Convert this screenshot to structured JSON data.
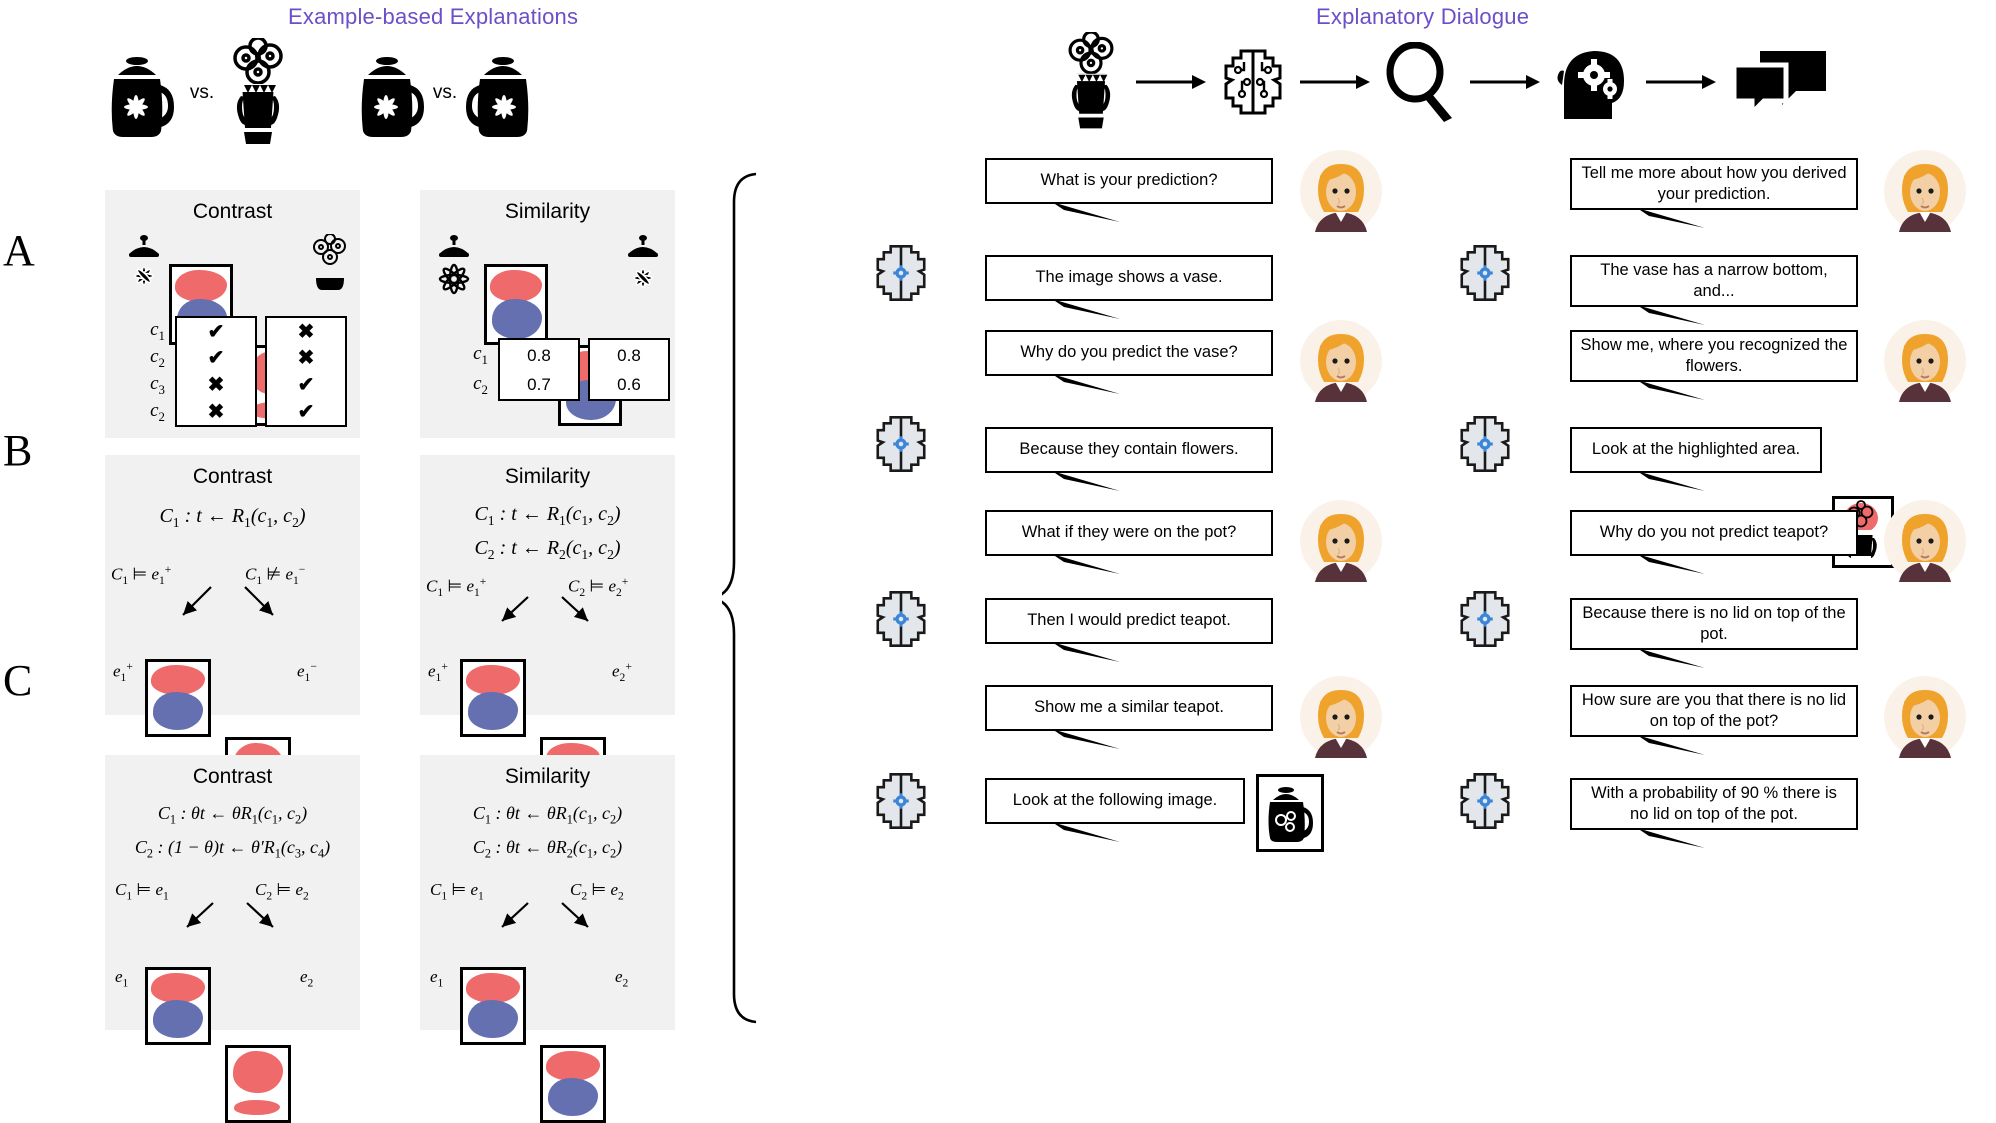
{
  "titles": {
    "left": "Example-based Explanations",
    "right": "Explanatory Dialogue",
    "color": "#6A4FC8"
  },
  "panel_letters": [
    "A",
    "B",
    "C"
  ],
  "vs_label": "vs.",
  "left": {
    "headers": {
      "contrast": "Contrast",
      "similarity": "Similarity"
    },
    "row_A": {
      "contrast": {
        "title": "Contrast",
        "row_labels": [
          "c1",
          "c2",
          "c3",
          "c2"
        ],
        "cells": [
          [
            "✔",
            "✖"
          ],
          [
            "✔",
            "✖"
          ],
          [
            "✖",
            "✔"
          ],
          [
            "✖",
            "✔"
          ]
        ]
      },
      "similarity": {
        "title": "Similarity",
        "row_labels": [
          "c1",
          "c2"
        ],
        "cells": [
          [
            "0.8",
            "0.8"
          ],
          [
            "0.7",
            "0.6"
          ]
        ]
      }
    },
    "row_B": {
      "contrast": {
        "title": "Contrast",
        "formulas": [
          "C1 : t ← R1(c1, c2)"
        ],
        "entail_left": "C1 ⊨ e1+",
        "entail_right": "C1 ⊭ e1−",
        "leaf_left": "e1+",
        "leaf_right": "e1−"
      },
      "similarity": {
        "title": "Similarity",
        "formulas": [
          "C1 : t ← R1(c1, c2)",
          "C2 : t ← R2(c1, c2)"
        ],
        "entail_left": "C1 ⊨ e1+",
        "entail_right": "C2 ⊨ e2+",
        "leaf_left": "e1+",
        "leaf_right": "e2+"
      }
    },
    "row_C": {
      "contrast": {
        "title": "Contrast",
        "formulas": [
          "C1 : θt ← θR1(c1, c2)",
          "C2 : (1 − θ)t ← θ′R1(c3, c4)"
        ],
        "entail_left": "C1 ⊨ e1",
        "entail_right": "C2 ⊨ e2",
        "leaf_left": "e1",
        "leaf_right": "e2"
      },
      "similarity": {
        "title": "Similarity",
        "formulas": [
          "C1 : θt ← θR1(c1, c2)",
          "C2 : θt ← θR2(c1, c2)"
        ],
        "entail_left": "C1 ⊨ e1",
        "entail_right": "C2 ⊨ e2",
        "leaf_left": "e1",
        "leaf_right": "e2"
      }
    }
  },
  "pipeline": {
    "steps": [
      "vase-icon",
      "ai-brain-icon",
      "magnifier-icon",
      "head-gears-icon",
      "chat-bubbles-icon"
    ],
    "arrow": "→"
  },
  "dialogue": {
    "left_column": [
      {
        "speaker": "human",
        "text": "What is your prediction?"
      },
      {
        "speaker": "ai",
        "text": "The image shows a vase."
      },
      {
        "speaker": "human",
        "text": "Why do you predict the vase?"
      },
      {
        "speaker": "ai",
        "text": "Because they contain flowers."
      },
      {
        "speaker": "human",
        "text": "What if they were on the pot?"
      },
      {
        "speaker": "ai",
        "text": "Then I would predict teapot."
      },
      {
        "speaker": "human",
        "text": "Show me a similar teapot."
      },
      {
        "speaker": "ai",
        "text": "Look at the following image.",
        "attachment": "teapot-thumbnail"
      }
    ],
    "right_column": [
      {
        "speaker": "human",
        "text": "Tell me more about how you derived your prediction."
      },
      {
        "speaker": "ai",
        "text": "The vase has a narrow bottom, and..."
      },
      {
        "speaker": "human",
        "text": "Show me, where you recognized the flowers."
      },
      {
        "speaker": "ai",
        "text": "Look at the highlighted area.",
        "attachment": "highlighted-area-thumbnail"
      },
      {
        "speaker": "human",
        "text": "Why do you not predict teapot?"
      },
      {
        "speaker": "ai",
        "text": "Because there is no lid on top of the pot."
      },
      {
        "speaker": "human",
        "text": "How sure are you that there is no lid on top of the pot?"
      },
      {
        "speaker": "ai",
        "text": "With a probability of 90 % there is no lid on top of the pot."
      }
    ]
  },
  "colors": {
    "red_blob": "#ef6a6a",
    "blue_blob": "#6470b0",
    "grey_panel": "#f1f1f1",
    "avatar_bg": "#faf2e8",
    "avatar_hair": "#f0a32c",
    "avatar_skin": "#f3cfa5",
    "avatar_shirt": "#57323a",
    "brain_fill": "#e3e6ea",
    "brain_gear": "#3b86d8"
  }
}
